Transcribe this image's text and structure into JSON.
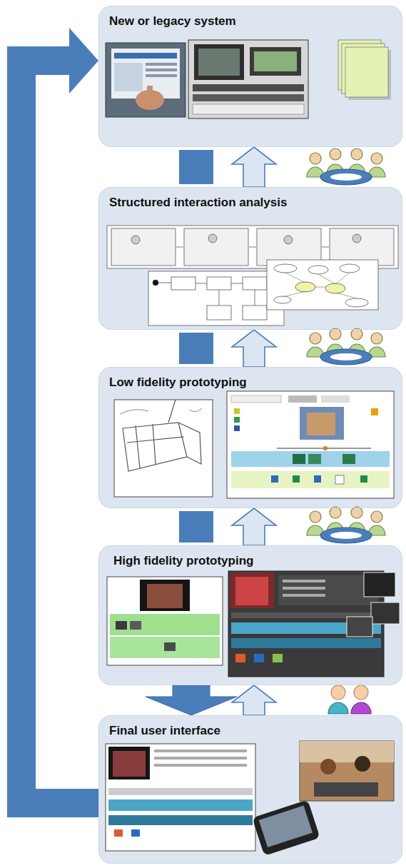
{
  "diagram": {
    "nodes": [
      {
        "text": [
          "New or legacy system"
        ]
      },
      {
        "text": [
          "Structured interaction analysis"
        ]
      },
      {
        "text": [
          "Low fidelity prototyping"
        ]
      },
      {
        "text": [
          "High fidelity prototyping"
        ]
      },
      {
        "text": [
          "Final user interface"
        ]
      }
    ],
    "edges": [
      {
        "from": 0,
        "to": 1,
        "arrow": "none"
      },
      {
        "from": 1,
        "to": 0,
        "arrow": "to"
      },
      {
        "from": 1,
        "to": 2,
        "arrow": "none"
      },
      {
        "from": 2,
        "to": 1,
        "arrow": "to"
      },
      {
        "from": 2,
        "to": 3,
        "arrow": "none"
      },
      {
        "from": 3,
        "to": 2,
        "arrow": "to"
      },
      {
        "from": 3,
        "to": 4,
        "arrow": "to"
      },
      {
        "from": 4,
        "to": 3,
        "arrow": "to"
      },
      {
        "from": 4,
        "to": 0,
        "arrow": "to"
      }
    ]
  }
}
